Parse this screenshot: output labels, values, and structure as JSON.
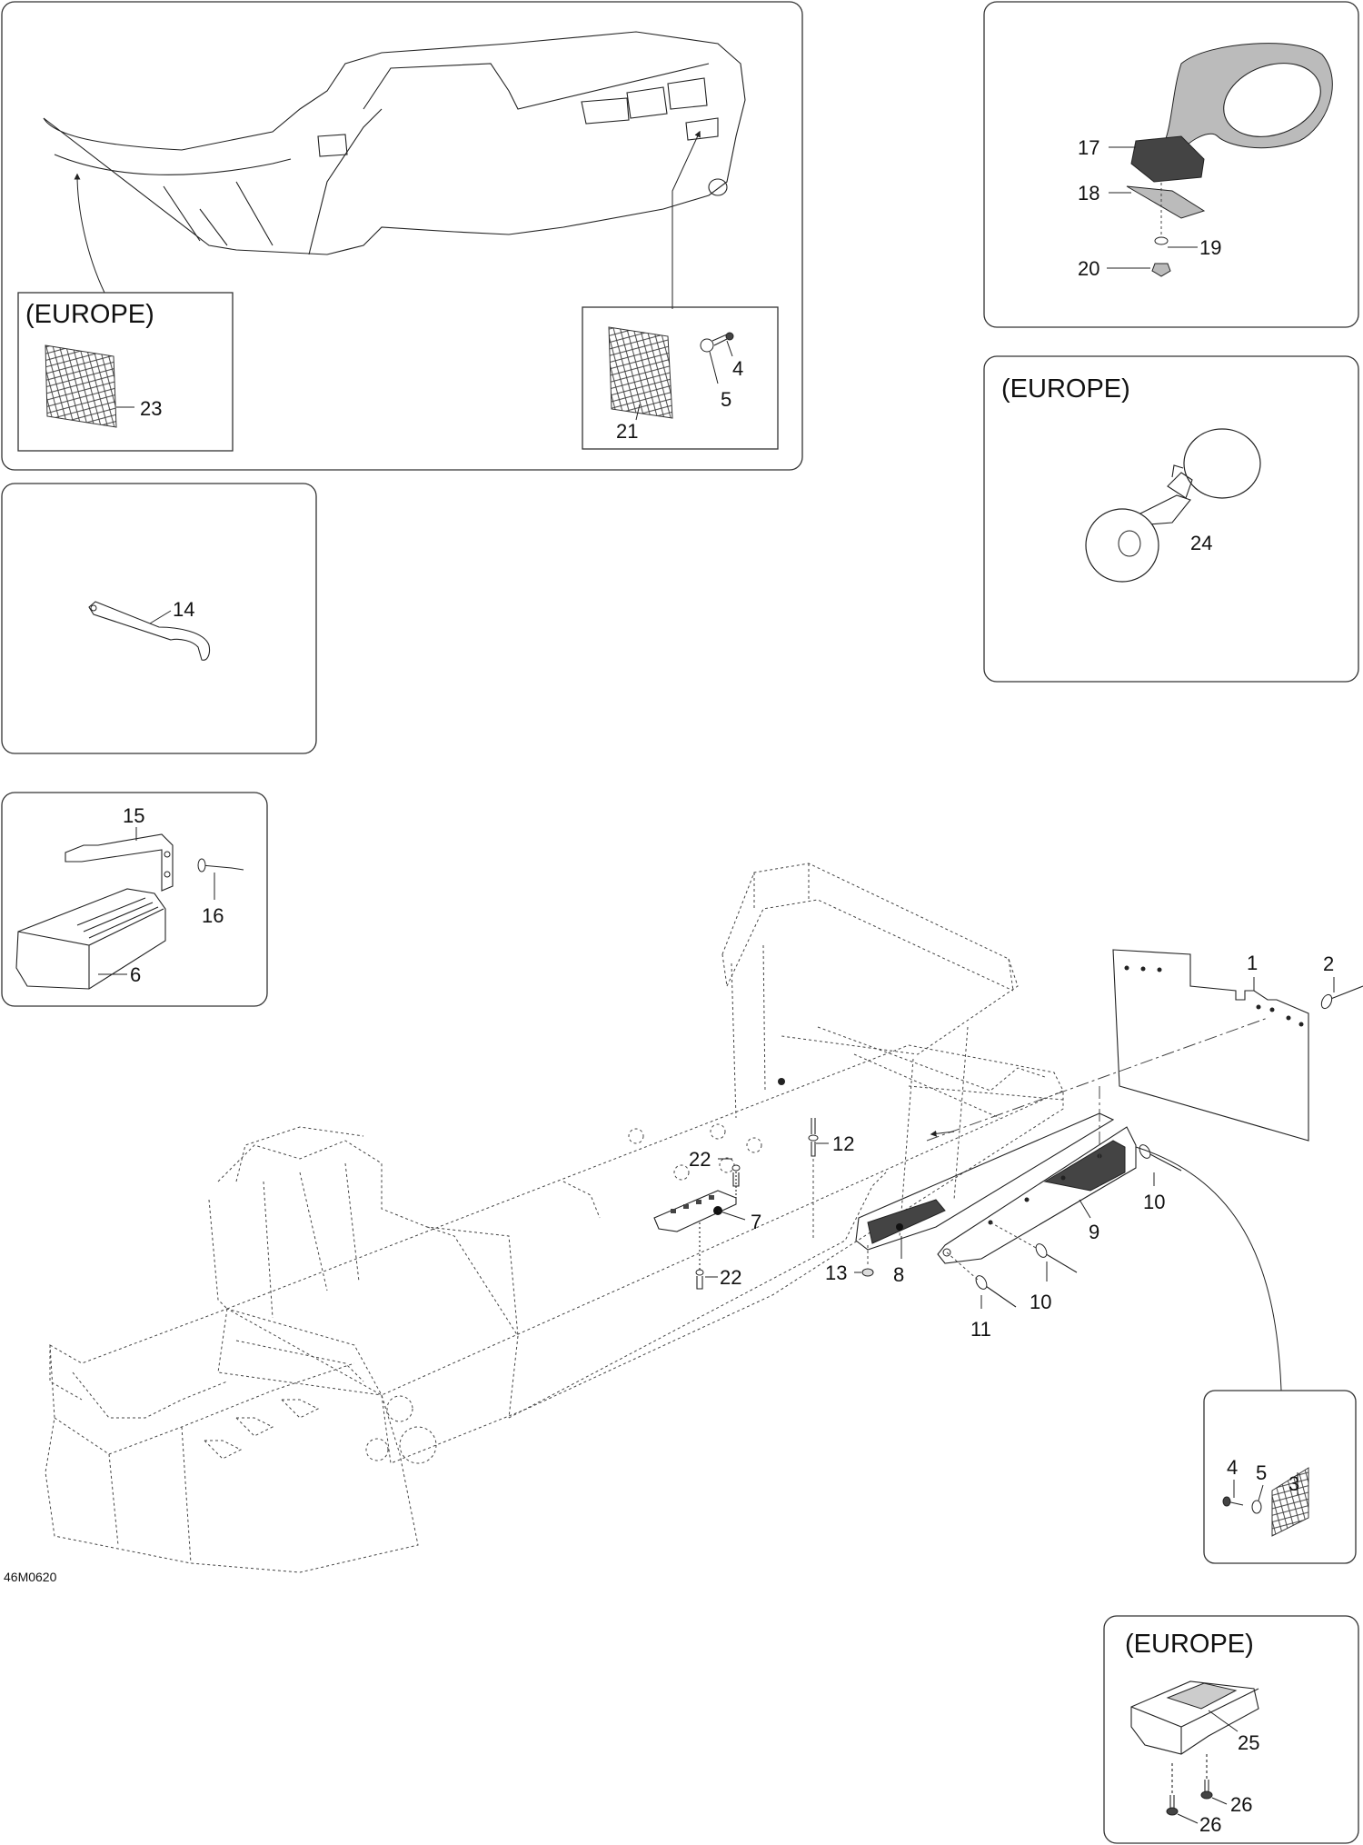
{
  "diagram": {
    "reference_code": "46M0620",
    "europe_label": "(EUROPE)",
    "callouts": {
      "c1": "1",
      "c2": "2",
      "c3": "3",
      "c4_top": "4",
      "c4_bottom": "4",
      "c5_top": "5",
      "c5_bottom": "5",
      "c6": "6",
      "c7": "7",
      "c8": "8",
      "c9": "9",
      "c10_a": "10",
      "c10_b": "10",
      "c11": "11",
      "c12": "12",
      "c13": "13",
      "c14": "14",
      "c15": "15",
      "c16": "16",
      "c17": "17",
      "c18": "18",
      "c19": "19",
      "c20": "20",
      "c21": "21",
      "c22_a": "22",
      "c22_b": "22",
      "c23": "23",
      "c24": "24",
      "c25": "25",
      "c26_a": "26",
      "c26_b": "26"
    }
  }
}
